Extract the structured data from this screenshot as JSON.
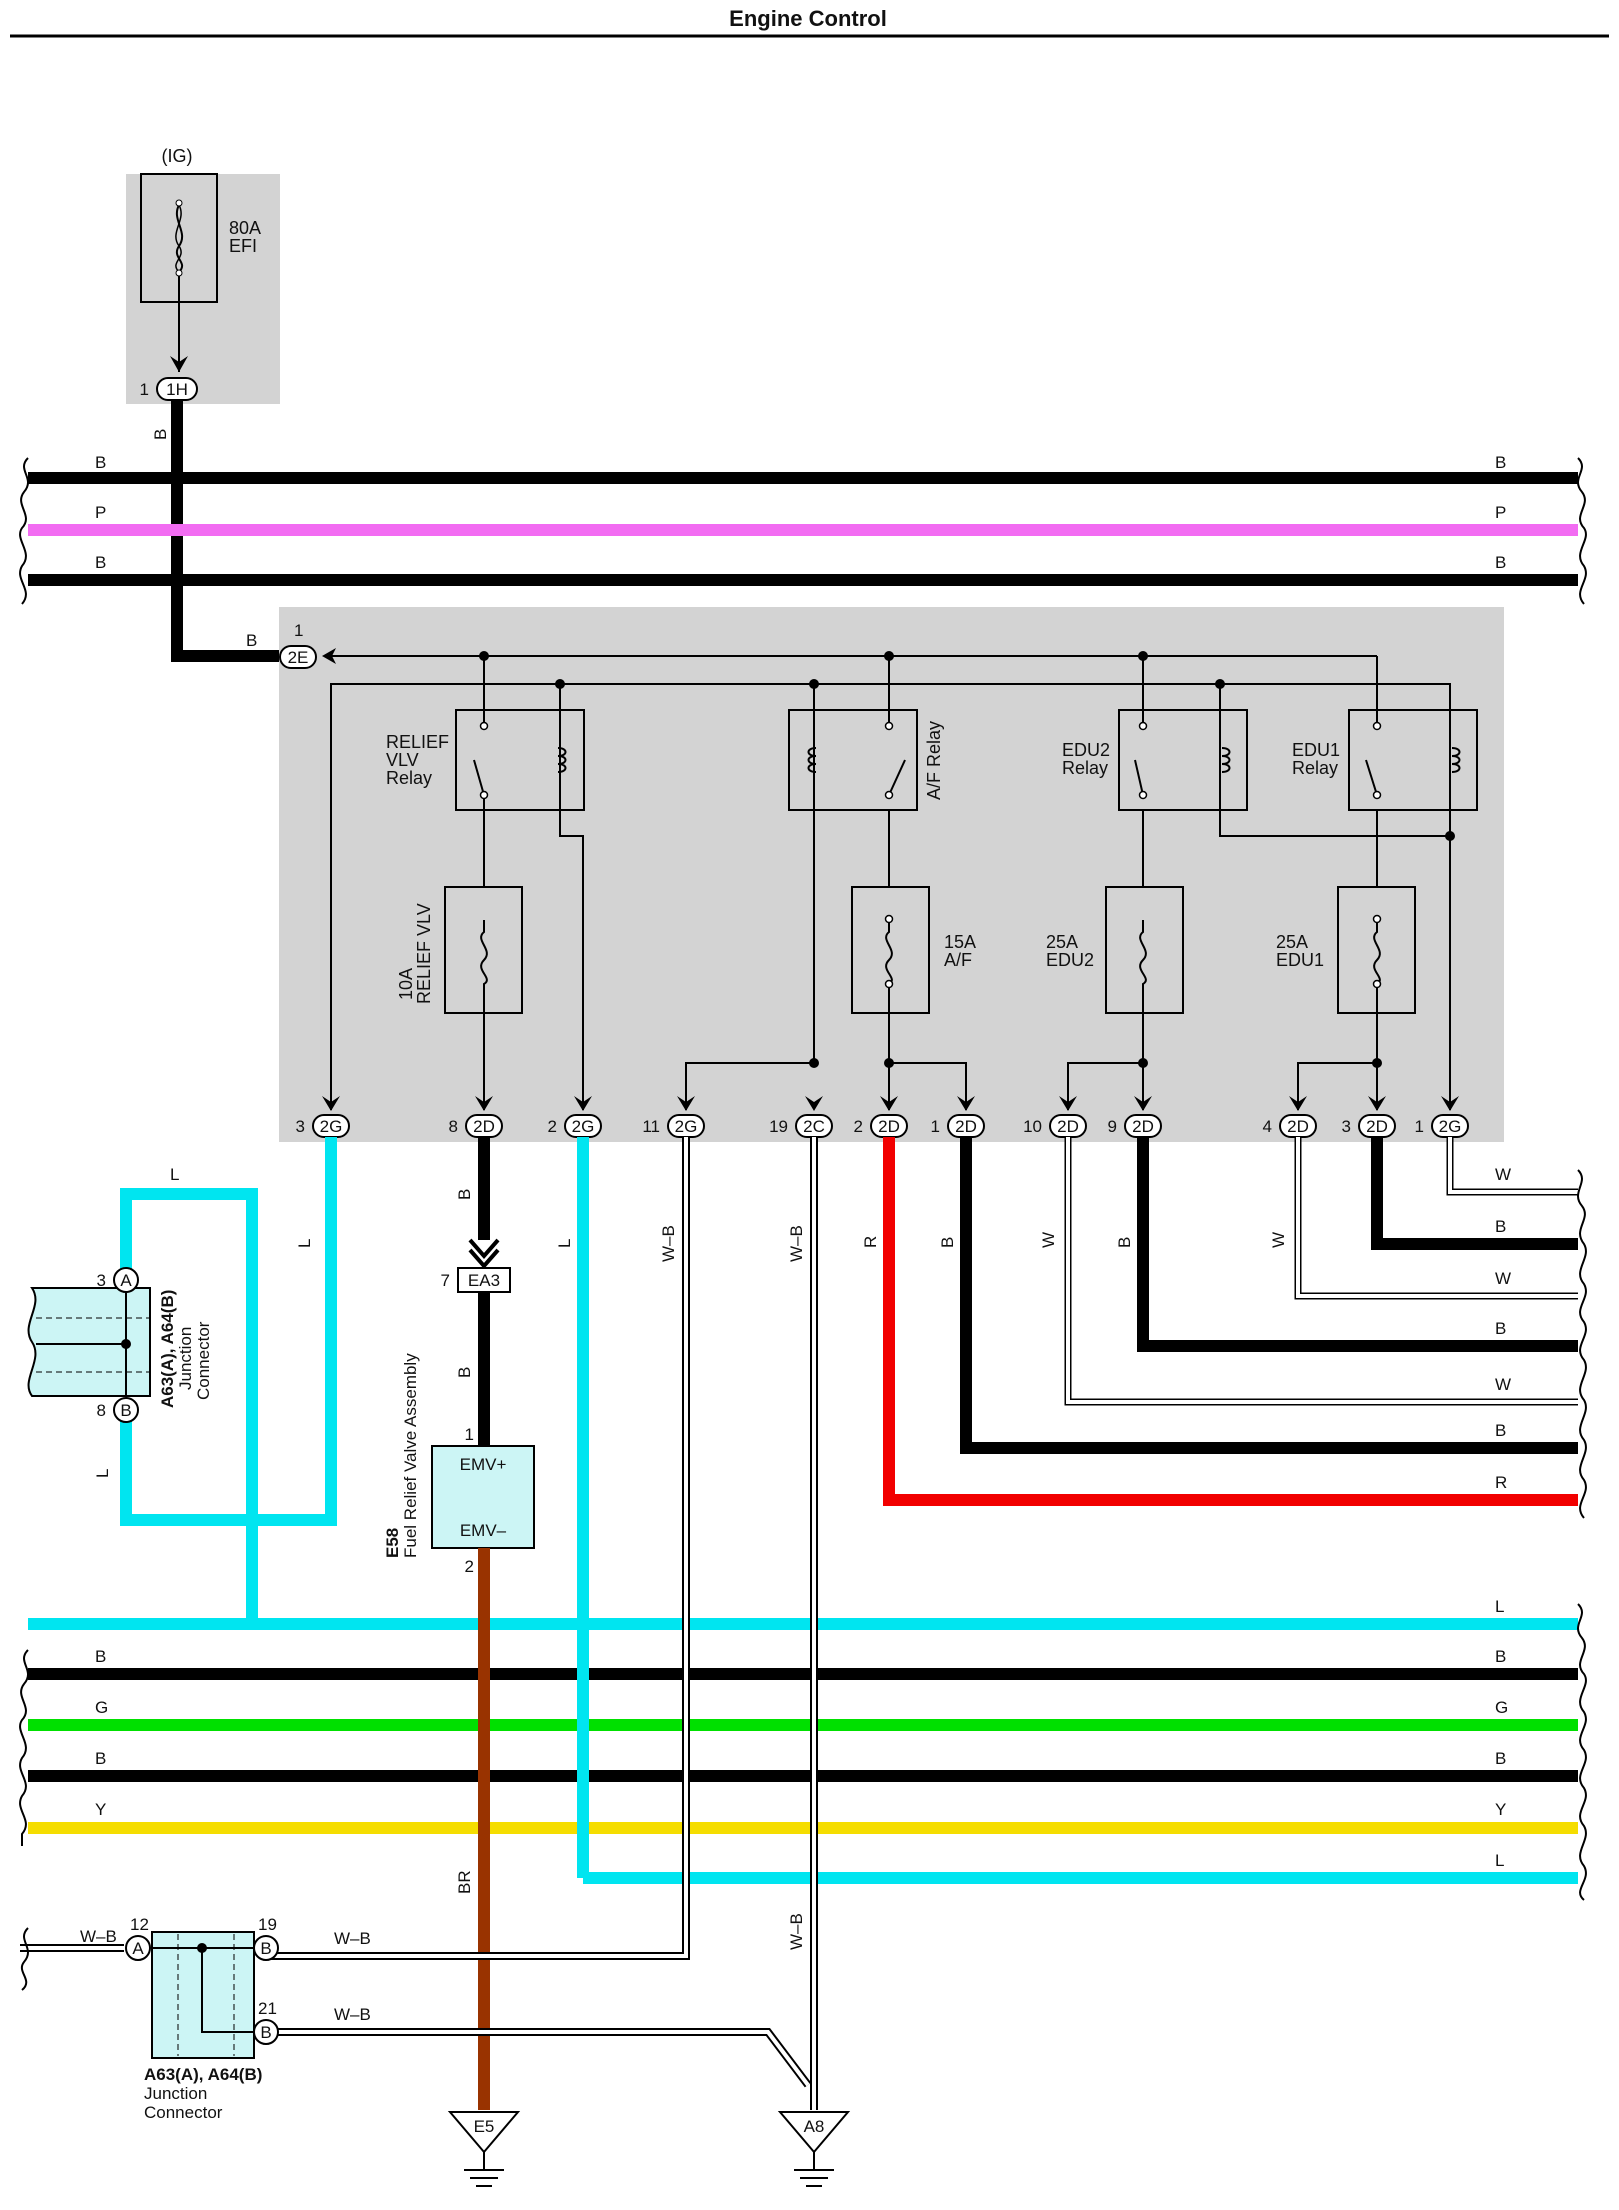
{
  "title": "Engine Control",
  "fuse_main": {
    "source": "(IG)",
    "rating": "80A",
    "name": "EFI"
  },
  "connectors": {
    "c1h": {
      "pin": "1",
      "id": "1H"
    },
    "c2e": {
      "pin": "1",
      "id": "2E"
    },
    "ea3": {
      "pin": "7",
      "id": "EA3"
    },
    "bottom_row": [
      {
        "pin": "3",
        "id": "2G"
      },
      {
        "pin": "8",
        "id": "2D"
      },
      {
        "pin": "2",
        "id": "2G"
      },
      {
        "pin": "11",
        "id": "2G"
      },
      {
        "pin": "19",
        "id": "2C"
      },
      {
        "pin": "2",
        "id": "2D"
      },
      {
        "pin": "1",
        "id": "2D"
      },
      {
        "pin": "10",
        "id": "2D"
      },
      {
        "pin": "9",
        "id": "2D"
      },
      {
        "pin": "4",
        "id": "2D"
      },
      {
        "pin": "3",
        "id": "2D"
      },
      {
        "pin": "1",
        "id": "2G"
      }
    ]
  },
  "relays": {
    "relief_vlv": [
      "RELIEF",
      "VLV",
      "Relay"
    ],
    "af": "A/F Relay",
    "edu2": [
      "EDU2",
      "Relay"
    ],
    "edu1": [
      "EDU1",
      "Relay"
    ]
  },
  "fuses": {
    "relief_vlv": [
      "10A",
      "RELIEF VLV"
    ],
    "af": [
      "15A",
      "A/F"
    ],
    "edu2": [
      "25A",
      "EDU2"
    ],
    "edu1": [
      "25A",
      "EDU1"
    ]
  },
  "bus_top": [
    "B",
    "P",
    "B"
  ],
  "bus_bottom": [
    "B",
    "G",
    "B",
    "Y"
  ],
  "wire_labels": {
    "b": "B",
    "l": "L",
    "wb": "W–B",
    "r": "R",
    "w": "W",
    "br": "BR"
  },
  "right_wires": [
    "W",
    "B",
    "W",
    "B",
    "W",
    "B",
    "R",
    "L",
    "L"
  ],
  "junction_upper": {
    "pin_a": "3",
    "a": "A",
    "pin_b": "8",
    "b": "B",
    "name": "A63(A), A64(B)",
    "desc": [
      "Junction",
      "Connector"
    ]
  },
  "junction_lower": {
    "pin_a": "12",
    "a": "A",
    "pin_b1": "19",
    "pin_b2": "21",
    "b": "B",
    "name": "A63(A), A64(B)",
    "desc": [
      "Junction",
      "Connector"
    ]
  },
  "e58": {
    "code": "E58",
    "name": "Fuel Relief Valve Assembly",
    "pin1": "1",
    "pin2": "2",
    "t1": "EMV+",
    "t2": "EMV–"
  },
  "grounds": [
    "E5",
    "A8"
  ],
  "colors": {
    "black": "#000000",
    "pink": "#f26cf2",
    "cyan": "#00e5f0",
    "red": "#f20000",
    "green": "#00e000",
    "yellow": "#f5dd00",
    "brown": "#993300",
    "gray_box": "#d3d3d3",
    "junction_fill": "#ccf5f5"
  }
}
